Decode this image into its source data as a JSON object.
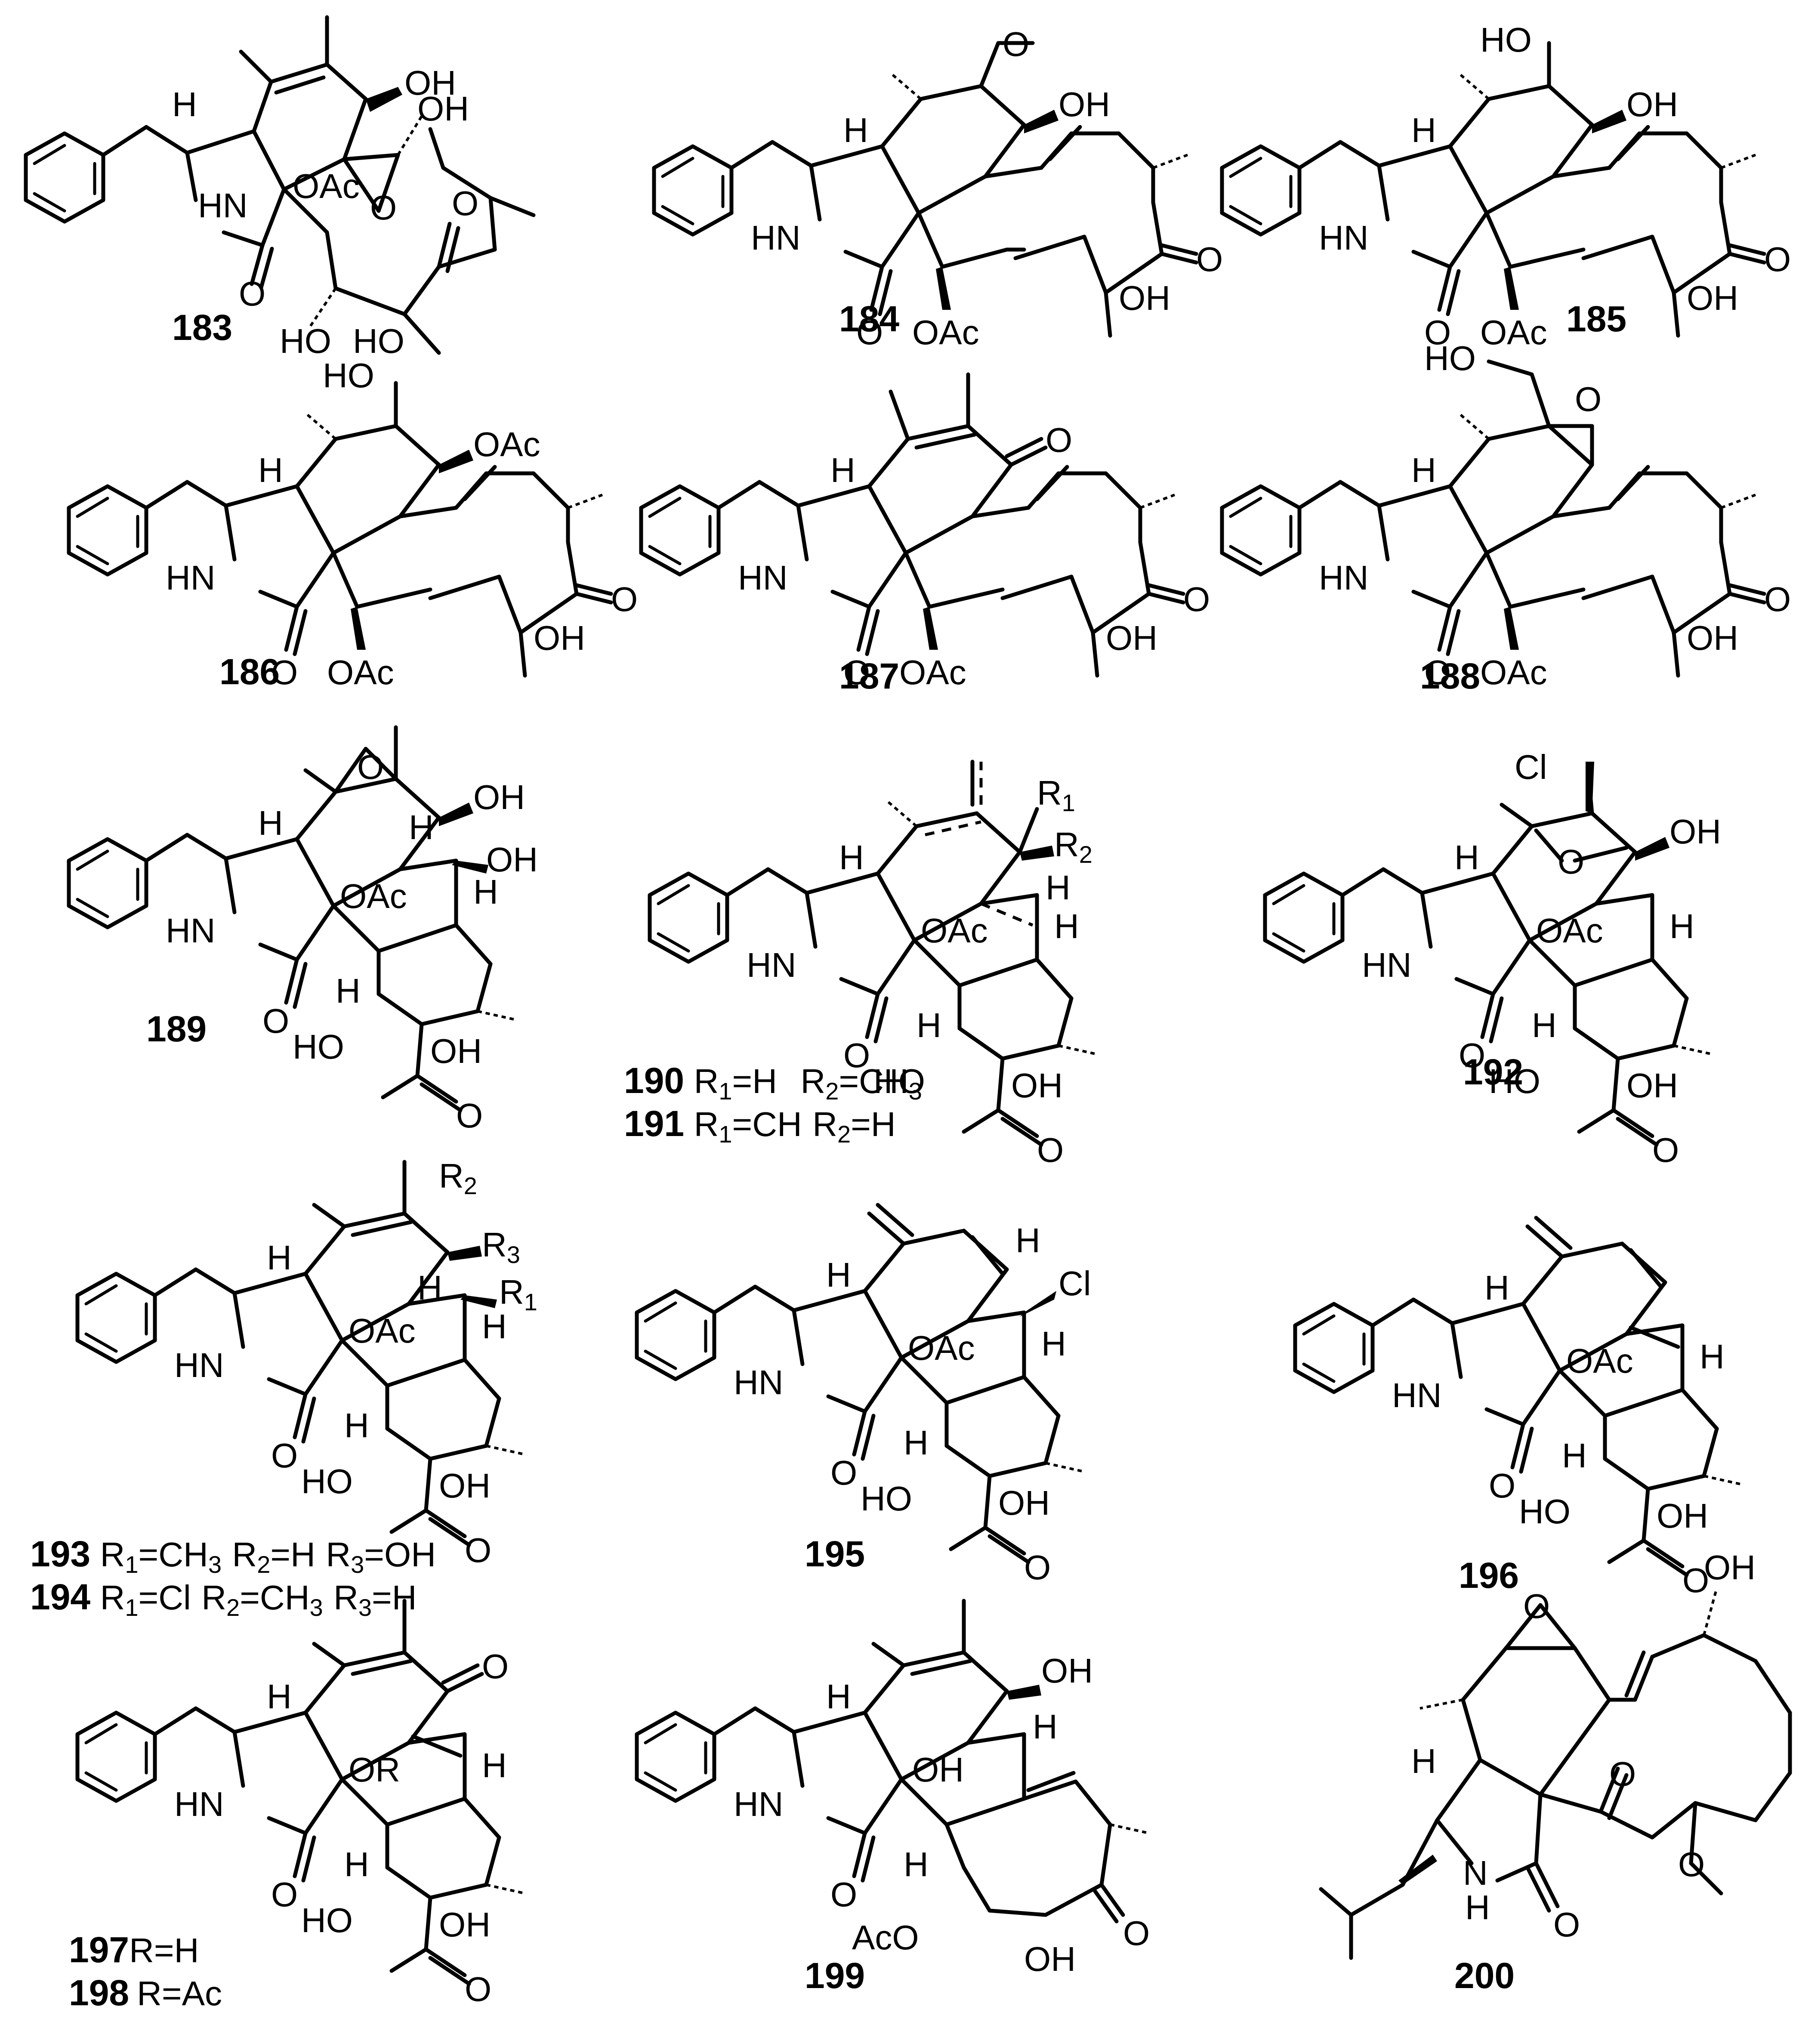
{
  "compounds": [
    {
      "number": "183"
    },
    {
      "number": "184"
    },
    {
      "number": "185"
    },
    {
      "number": "186"
    },
    {
      "number": "187"
    },
    {
      "number": "188"
    },
    {
      "number": "189"
    },
    {
      "number": "190",
      "substituents": [
        {
          "name": "R",
          "sub": "1",
          "value": "=H"
        },
        {
          "name": "R",
          "sub": "2",
          "value": "=CH",
          "value_sub": "3"
        }
      ]
    },
    {
      "number": "191",
      "substituents": [
        {
          "name": "R",
          "sub": "1",
          "value": "=CH"
        },
        {
          "name": "R",
          "sub": "2",
          "value": "=H"
        }
      ]
    },
    {
      "number": "192"
    },
    {
      "number": "193",
      "substituents": [
        {
          "name": "R",
          "sub": "1",
          "value": "=CH",
          "value_sub": "3"
        },
        {
          "name": "R",
          "sub": "2",
          "value": "=H"
        },
        {
          "name": "R",
          "sub": "3",
          "value": "=OH"
        }
      ]
    },
    {
      "number": "194",
      "substituents": [
        {
          "name": "R",
          "sub": "1",
          "value": "=Cl"
        },
        {
          "name": "R",
          "sub": "2",
          "value": "=CH",
          "value_sub": "3"
        },
        {
          "name": "R",
          "sub": "3",
          "value": "=H"
        }
      ]
    },
    {
      "number": "195"
    },
    {
      "number": "196"
    },
    {
      "number": "197",
      "substituents_text": "R=H"
    },
    {
      "number": "198",
      "substituents_text": "R=Ac"
    },
    {
      "number": "199"
    },
    {
      "number": "200"
    }
  ],
  "atom_labels": {
    "OH": "OH",
    "HO": "HO",
    "OAc": "OAc",
    "AcO": "AcO",
    "OR": "OR",
    "HN": "HN",
    "H": "H",
    "O": "O",
    "Cl": "Cl",
    "R": "R",
    "one": "1",
    "two": "2",
    "three": "3"
  }
}
